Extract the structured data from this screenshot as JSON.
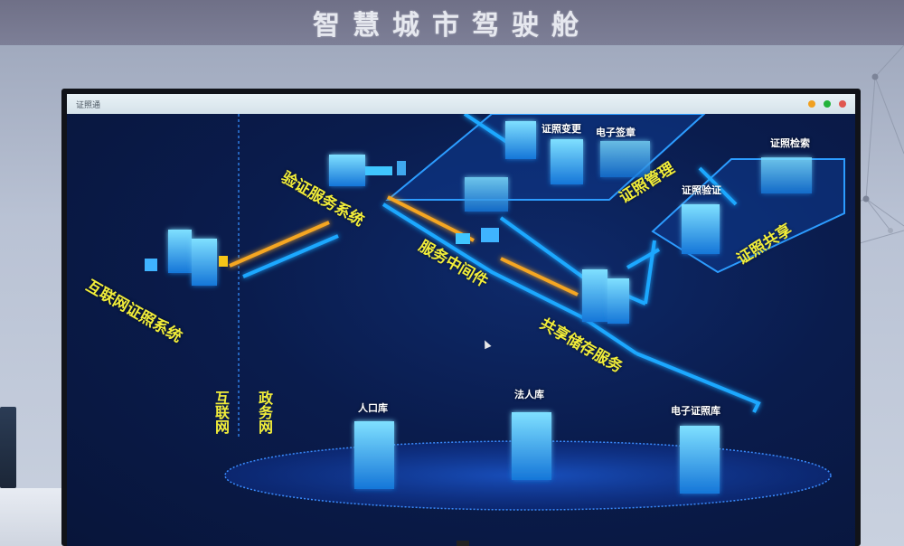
{
  "exhibit": {
    "banner_title": "智慧城市驾驶舱"
  },
  "window": {
    "title": "证照通",
    "controls": [
      {
        "name": "minimize",
        "color": "#f0a020"
      },
      {
        "name": "maximize",
        "color": "#22b33a"
      },
      {
        "name": "close",
        "color": "#e0574f"
      }
    ]
  },
  "diagram": {
    "zones": {
      "internet": "互联网",
      "government_network": "政务网"
    },
    "systems": {
      "internet_license_system": "互联网证照系统",
      "verification_service_system": "验证服务系统",
      "service_middleware": "服务中间件",
      "shared_storage_service": "共享储存服务",
      "license_management": "证照管理",
      "license_sharing": "证照共享"
    },
    "modules": {
      "license_change": "证照变更",
      "electronic_signature": "电子签章",
      "license_verification": "证照验证",
      "license_search": "证照检索"
    },
    "databases": {
      "population_db": "人口库",
      "legal_person_db": "法人库",
      "e_license_db": "电子证照库"
    },
    "colors": {
      "background": "#0a1c4d",
      "link_blue": "#1fa8ff",
      "link_orange": "#f5a623",
      "label_yellow": "#f2ee3a",
      "node_cyan": "#3fc6ff"
    }
  }
}
